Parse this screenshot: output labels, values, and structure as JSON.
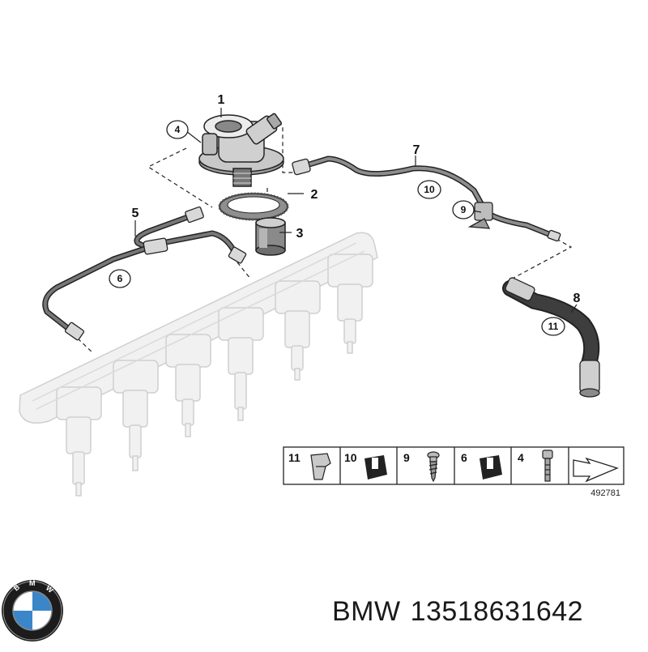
{
  "callouts": {
    "c1": "1",
    "c2": "2",
    "c3": "3",
    "c4": "4",
    "c5": "5",
    "c6": "6",
    "c7": "7",
    "c8": "8",
    "c9": "9",
    "c10": "10",
    "c11": "11"
  },
  "legend": {
    "items": [
      {
        "number": "11",
        "icon": "clip-icon"
      },
      {
        "number": "10",
        "icon": "rubber-mount-icon"
      },
      {
        "number": "9",
        "icon": "screw-icon"
      },
      {
        "number": "6",
        "icon": "rubber-mount-icon"
      },
      {
        "number": "4",
        "icon": "bolt-icon"
      }
    ],
    "diagram_id": "492781"
  },
  "footer": {
    "brand_name": "BMW",
    "part_number": "13518631642",
    "logo_letters": "BMW"
  },
  "colors": {
    "line": "#222222",
    "ghost": "#d7d7d7",
    "brand_blue": "#3a86c8"
  }
}
